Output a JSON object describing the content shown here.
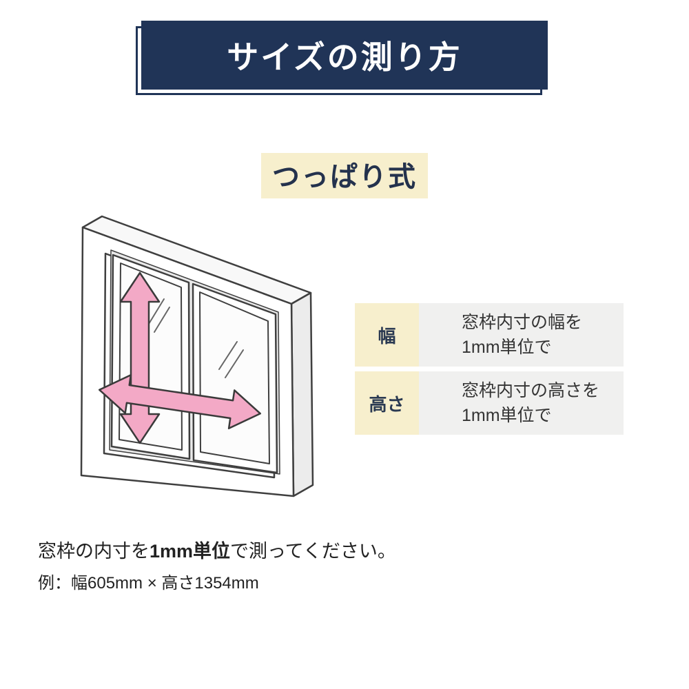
{
  "title": "サイズの測り方",
  "subtitle": "つっぱり式",
  "table": {
    "rows": [
      {
        "header": "幅",
        "line1": "窓枠内寸の幅を",
        "line2": "1mm単位で"
      },
      {
        "header": "高さ",
        "line1": "窓枠内寸の高さを",
        "line2": "1mm単位で"
      }
    ]
  },
  "footer": {
    "line1_prefix": "窓枠の内寸を",
    "line1_bold": "1mm単位",
    "line1_suffix": "で測ってください。",
    "line2": "例：幅605mm × 高さ1354mm"
  },
  "illustration": {
    "subject": "isometric-window-frame-with-measure-arrows",
    "arrows": [
      "height-arrow",
      "width-arrow"
    ],
    "arrow_color": "#f3a9c6",
    "outline_color": "#3f3f3f"
  },
  "colors": {
    "navy": "#203457",
    "cream": "#f7efcd",
    "table_gray": "#f0f0ef",
    "pink": "#f3a9c6"
  }
}
